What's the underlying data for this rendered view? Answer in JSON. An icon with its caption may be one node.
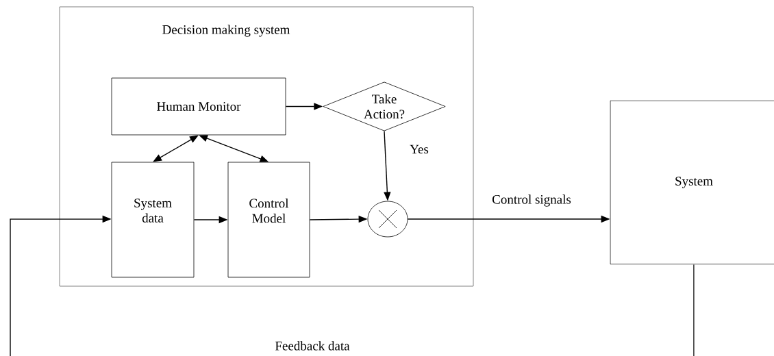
{
  "diagram": {
    "nodes": [
      {
        "text": [
          "Decision making system"
        ]
      },
      {
        "text": [
          "Human Monitor"
        ],
        "in": 0
      },
      {
        "text": [
          "Take Action?"
        ],
        "in": 0
      },
      {
        "text": [
          "System data"
        ],
        "in": 0
      },
      {
        "text": [
          "Control Model"
        ],
        "in": 0
      },
      {
        "text": [],
        "shape": "circle",
        "in": 0
      },
      {
        "text": [
          "System"
        ]
      }
    ],
    "edges": [
      {
        "from": 1,
        "to": 2,
        "arrow": "to"
      },
      {
        "from": 1,
        "to": 3,
        "arrow": "both"
      },
      {
        "from": 1,
        "to": 4,
        "arrow": "both"
      },
      {
        "from": 3,
        "to": 4,
        "arrow": "to"
      },
      {
        "from": 4,
        "to": 5,
        "arrow": "to"
      },
      {
        "from": 2,
        "to": 5,
        "arrow": "to",
        "label": "Yes"
      },
      {
        "from": 5,
        "to": 6,
        "arrow": "to",
        "label": "Control signals"
      },
      {
        "from": 6,
        "to": 3,
        "arrow": "to",
        "label": "Feedback data"
      }
    ]
  }
}
